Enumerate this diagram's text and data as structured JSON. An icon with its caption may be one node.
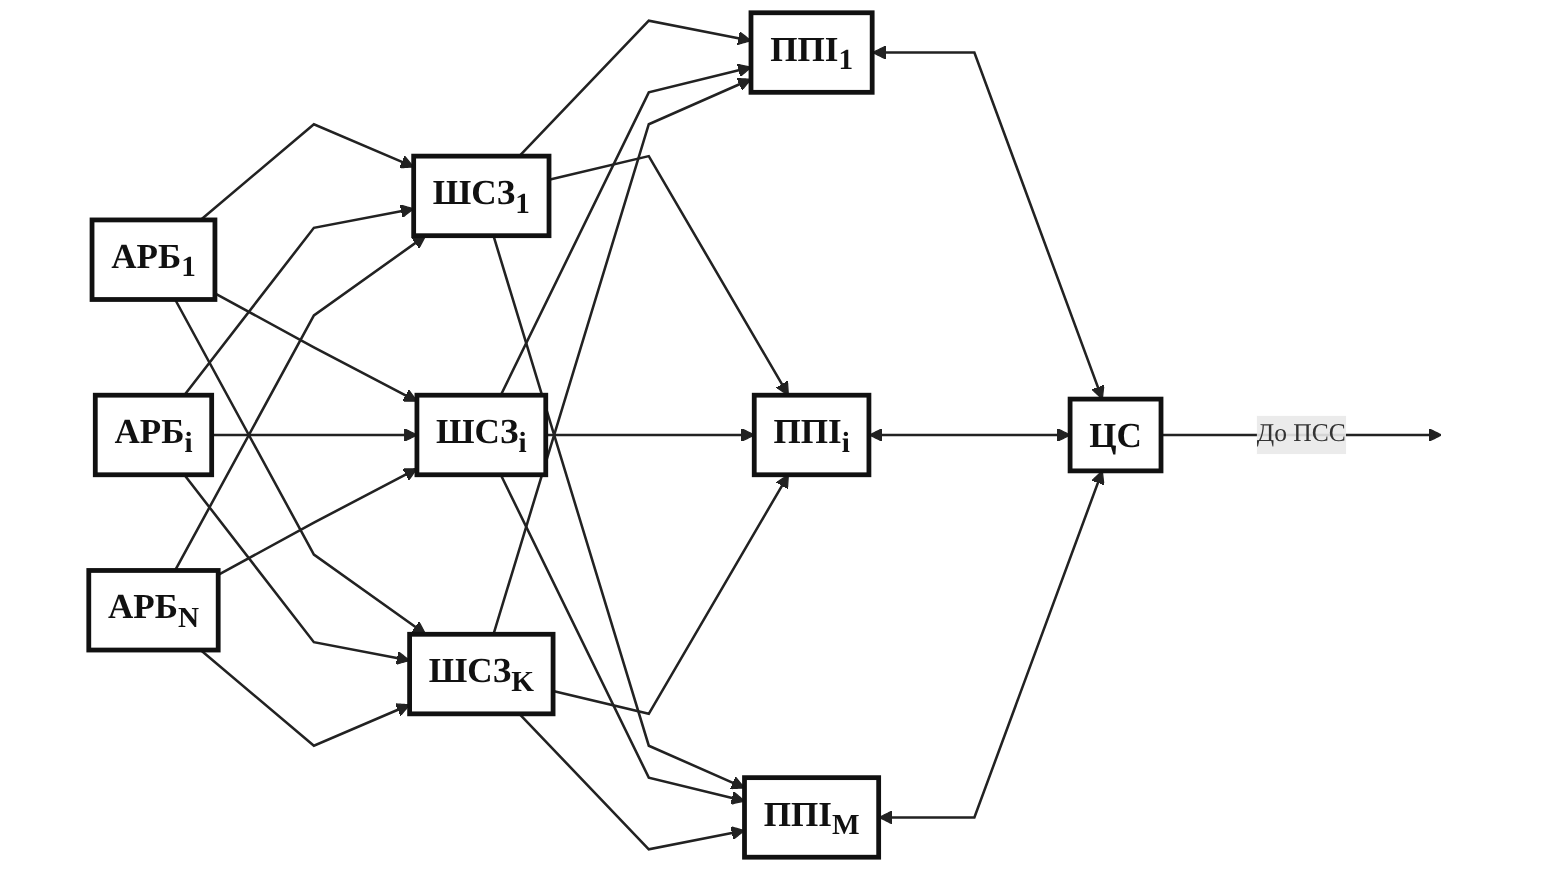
{
  "diagram": {
    "nodes": [
      {
        "text": [
          "АРБ$_{1}$"
        ]
      },
      {
        "text": [
          "АРБ$_{i}$"
        ]
      },
      {
        "text": [
          "АРБ$_{N}$"
        ]
      },
      {
        "text": [
          "ШСЗ$_{1}$"
        ]
      },
      {
        "text": [
          "ШСЗ$_{i}$"
        ]
      },
      {
        "text": [
          "ШСЗ$_{K}$"
        ]
      },
      {
        "text": [
          "ППІ$_{1}$"
        ]
      },
      {
        "text": [
          "ППІ$_{i}$"
        ]
      },
      {
        "text": [
          "ППІ$_{M}$"
        ]
      },
      {
        "text": [
          "ЦС"
        ]
      }
    ],
    "edges": [
      {
        "from": 0,
        "to": 3,
        "arrow": "to"
      },
      {
        "from": 0,
        "to": 4,
        "arrow": "to"
      },
      {
        "from": 0,
        "to": 5,
        "arrow": "to"
      },
      {
        "from": 1,
        "to": 3,
        "arrow": "to"
      },
      {
        "from": 1,
        "to": 4,
        "arrow": "to"
      },
      {
        "from": 1,
        "to": 5,
        "arrow": "to"
      },
      {
        "from": 2,
        "to": 3,
        "arrow": "to"
      },
      {
        "from": 2,
        "to": 4,
        "arrow": "to"
      },
      {
        "from": 2,
        "to": 5,
        "arrow": "to"
      },
      {
        "from": 3,
        "to": 6,
        "arrow": "to"
      },
      {
        "from": 3,
        "to": 7,
        "arrow": "to"
      },
      {
        "from": 3,
        "to": 8,
        "arrow": "to"
      },
      {
        "from": 4,
        "to": 6,
        "arrow": "to"
      },
      {
        "from": 4,
        "to": 7,
        "arrow": "to"
      },
      {
        "from": 4,
        "to": 8,
        "arrow": "to"
      },
      {
        "from": 5,
        "to": 6,
        "arrow": "to"
      },
      {
        "from": 5,
        "to": 7,
        "arrow": "to"
      },
      {
        "from": 5,
        "to": 8,
        "arrow": "to"
      },
      {
        "from": 6,
        "to": 9,
        "arrow": "both"
      },
      {
        "from": 7,
        "to": 9,
        "arrow": "both"
      },
      {
        "from": 8,
        "to": 9,
        "arrow": "both"
      },
      {
        "from": 9,
        "to": null,
        "arrow": "to",
        "label": "До ПСС"
      }
    ]
  }
}
